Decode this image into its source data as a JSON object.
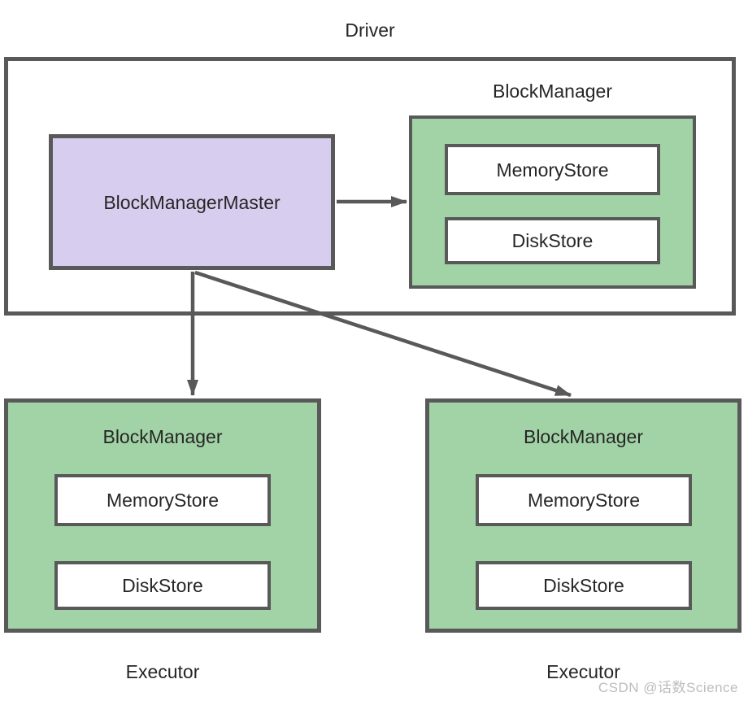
{
  "diagram": {
    "driver": {
      "label": "Driver",
      "master": {
        "label": "BlockManagerMaster"
      },
      "block_manager": {
        "label": "BlockManager",
        "memory_store": "MemoryStore",
        "disk_store": "DiskStore"
      }
    },
    "executors": [
      {
        "label": "Executor",
        "block_manager": {
          "title": "BlockManager",
          "memory_store": "MemoryStore",
          "disk_store": "DiskStore"
        }
      },
      {
        "label": "Executor",
        "block_manager": {
          "title": "BlockManager",
          "memory_store": "MemoryStore",
          "disk_store": "DiskStore"
        }
      }
    ],
    "edges": [
      {
        "from": "BlockManagerMaster",
        "to": "Driver BlockManager"
      },
      {
        "from": "BlockManagerMaster",
        "to": "Executor 1 BlockManager"
      },
      {
        "from": "BlockManagerMaster",
        "to": "Executor 2 BlockManager"
      }
    ],
    "watermark": "CSDN @话数Science",
    "colors": {
      "stroke": "#595959",
      "master_fill": "#d7cdef",
      "manager_fill": "#a2d3a6",
      "watermark": "#bdbdbd"
    }
  }
}
